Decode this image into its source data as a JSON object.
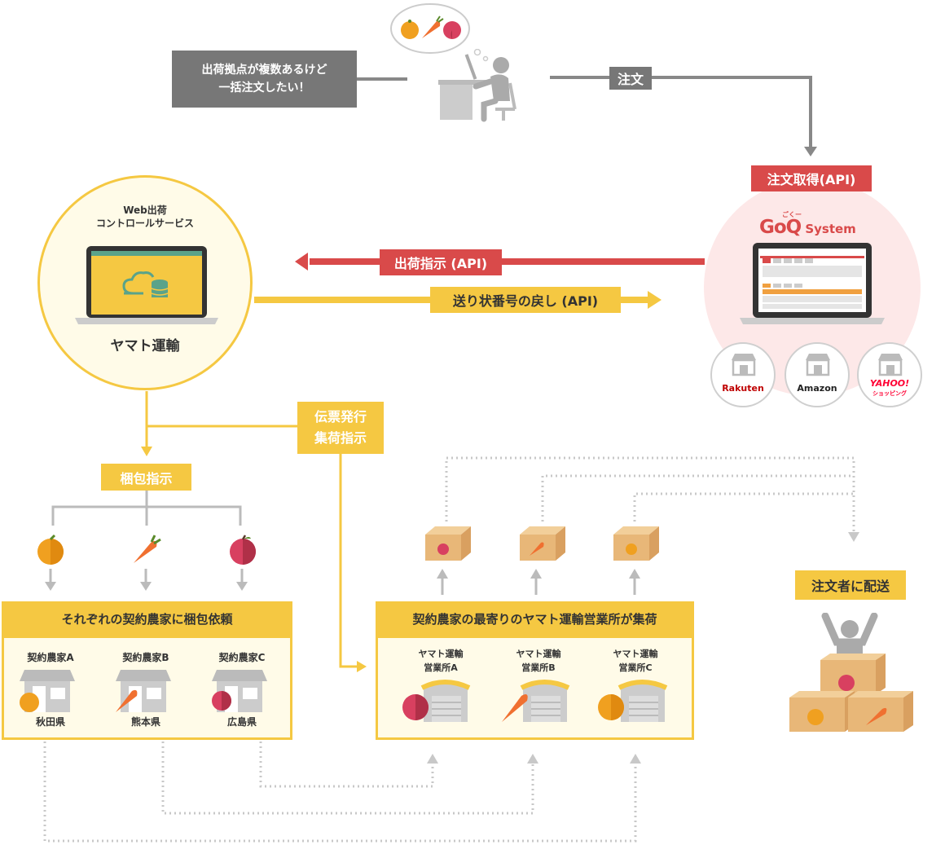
{
  "customer": {
    "bubble_text": "出荷拠点が複数あるけど\n一括注文したい！"
  },
  "labels": {
    "order": "注文",
    "order_fetch": "注文取得(API)",
    "ship_instruction": "出荷指示 (API)",
    "tracking_return": "送り状番号の戻し (API)",
    "slip_issue": "伝票発行\n集荷指示",
    "pack_instruction": "梱包指示",
    "deliver": "注文者に配送"
  },
  "yamato": {
    "service_name": "Web出荷\nコントロールサービス",
    "company": "ヤマト運輸"
  },
  "goq": {
    "logo_text": "GoQ",
    "logo_suffix": "System",
    "logo_ruby": "ごくー"
  },
  "marketplaces": [
    {
      "name": "Rakuten",
      "color": "#bf0000"
    },
    {
      "name": "Amazon",
      "color": "#222222"
    },
    {
      "name": "YAHOO!",
      "sub": "ショッピング",
      "color": "#ff0033"
    }
  ],
  "farms": {
    "header": "それぞれの契約農家に梱包依頼",
    "items": [
      {
        "name": "契約農家A",
        "pref": "秋田県",
        "produce": "orange"
      },
      {
        "name": "契約農家B",
        "pref": "熊本県",
        "produce": "carrot"
      },
      {
        "name": "契約農家C",
        "pref": "広島県",
        "produce": "apple"
      }
    ]
  },
  "offices": {
    "header": "契約農家の最寄りのヤマト運輸営業所が集荷",
    "items": [
      {
        "name": "ヤマト運輸\n営業所A",
        "produce": "apple"
      },
      {
        "name": "ヤマト運輸\n営業所B",
        "produce": "carrot"
      },
      {
        "name": "ヤマト運輸\n営業所C",
        "produce": "orange"
      }
    ]
  },
  "colors": {
    "yellow": "#f5c842",
    "red": "#d94a4a",
    "gray": "#777777",
    "light_gray": "#bbbbbb",
    "cream": "#fffbe8",
    "pink": "#fde8e8"
  }
}
